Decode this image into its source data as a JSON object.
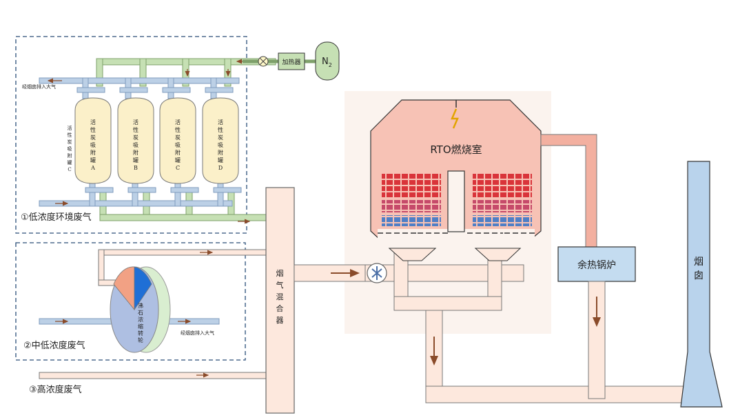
{
  "section1": {
    "label": "①低浓度环境废气",
    "exhaust": "经烟囱排入大气"
  },
  "heater": {
    "label": "加热器"
  },
  "n2_tank": {
    "label": "N",
    "sub": "2"
  },
  "adsorbers": [
    {
      "chars": [
        "活",
        "性",
        "炭",
        "吸",
        "附",
        "罐",
        "A"
      ]
    },
    {
      "chars": [
        "活",
        "性",
        "炭",
        "吸",
        "附",
        "罐",
        "B"
      ]
    },
    {
      "chars": [
        "活",
        "性",
        "炭",
        "吸",
        "附",
        "罐",
        "C"
      ]
    },
    {
      "chars": [
        "活",
        "性",
        "炭",
        "吸",
        "附",
        "罐",
        "D"
      ]
    }
  ],
  "adsorber_side_label": [
    "活",
    "性",
    "炭",
    "吸",
    "附",
    "罐",
    "C"
  ],
  "section2": {
    "label": "②中低浓度废气",
    "exhaust": "经烟囱排入大气"
  },
  "zeolite": {
    "chars": [
      "沸",
      "石",
      "浓",
      "缩",
      "转",
      "轮"
    ]
  },
  "section3": {
    "label": "③高浓度废气"
  },
  "mixer": {
    "chars": [
      "烟",
      "气",
      "混",
      "合",
      "器"
    ]
  },
  "rto": {
    "label": "RTO燃烧室"
  },
  "boiler": {
    "label": "余热锅炉"
  },
  "chimney": {
    "chars": [
      "烟",
      "囱"
    ]
  },
  "colors": {
    "green_pipe": "#c6e0b4",
    "blue_pipe": "#bcd0e6",
    "tank": "#fbf0c9",
    "rto_top": "#f7c2b5",
    "hot": "#e04a4a",
    "cold": "#5a86c8",
    "boiler": "#c4dcf0",
    "chimney": "#b9d3ec",
    "arrow": "#8a4b2a"
  }
}
